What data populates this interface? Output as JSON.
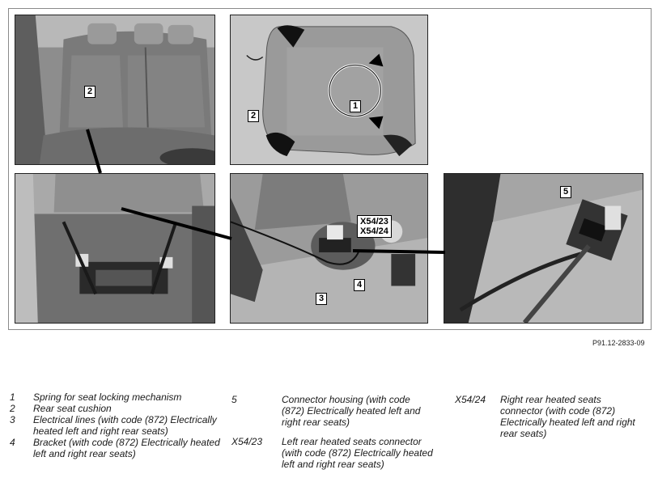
{
  "figure_id": "P91.12-2833-09",
  "callouts": {
    "photo1_label": "2",
    "photo2_label_2": "2",
    "photo2_label_1": "1",
    "photo4_x54_23": "X54/23",
    "photo4_x54_24": "X54/24",
    "photo4_label_3": "3",
    "photo4_label_4": "4",
    "photo5_label_5": "5"
  },
  "legend": {
    "col1": [
      {
        "key": "1",
        "desc": "Spring for seat locking mechanism"
      },
      {
        "key": "2",
        "desc": "Rear seat cushion"
      },
      {
        "key": "3",
        "desc": "Electrical lines (with code (872) Electrically heated left and right rear seats)"
      },
      {
        "key": "4",
        "desc": "Bracket (with code (872) Electrically heated left and right rear seats)"
      }
    ],
    "col2": [
      {
        "key": "5",
        "desc": "Connector housing (with code (872) Electrically heated left and right rear seats)"
      },
      {
        "key": "X54/23",
        "desc": "Left rear heated seats connector (with code (872) Electrically heated left and right rear seats)"
      }
    ],
    "col3": [
      {
        "key": "X54/24",
        "desc": "Right rear heated seats connector (with code (872) Electrically heated left and right rear seats)"
      }
    ]
  }
}
